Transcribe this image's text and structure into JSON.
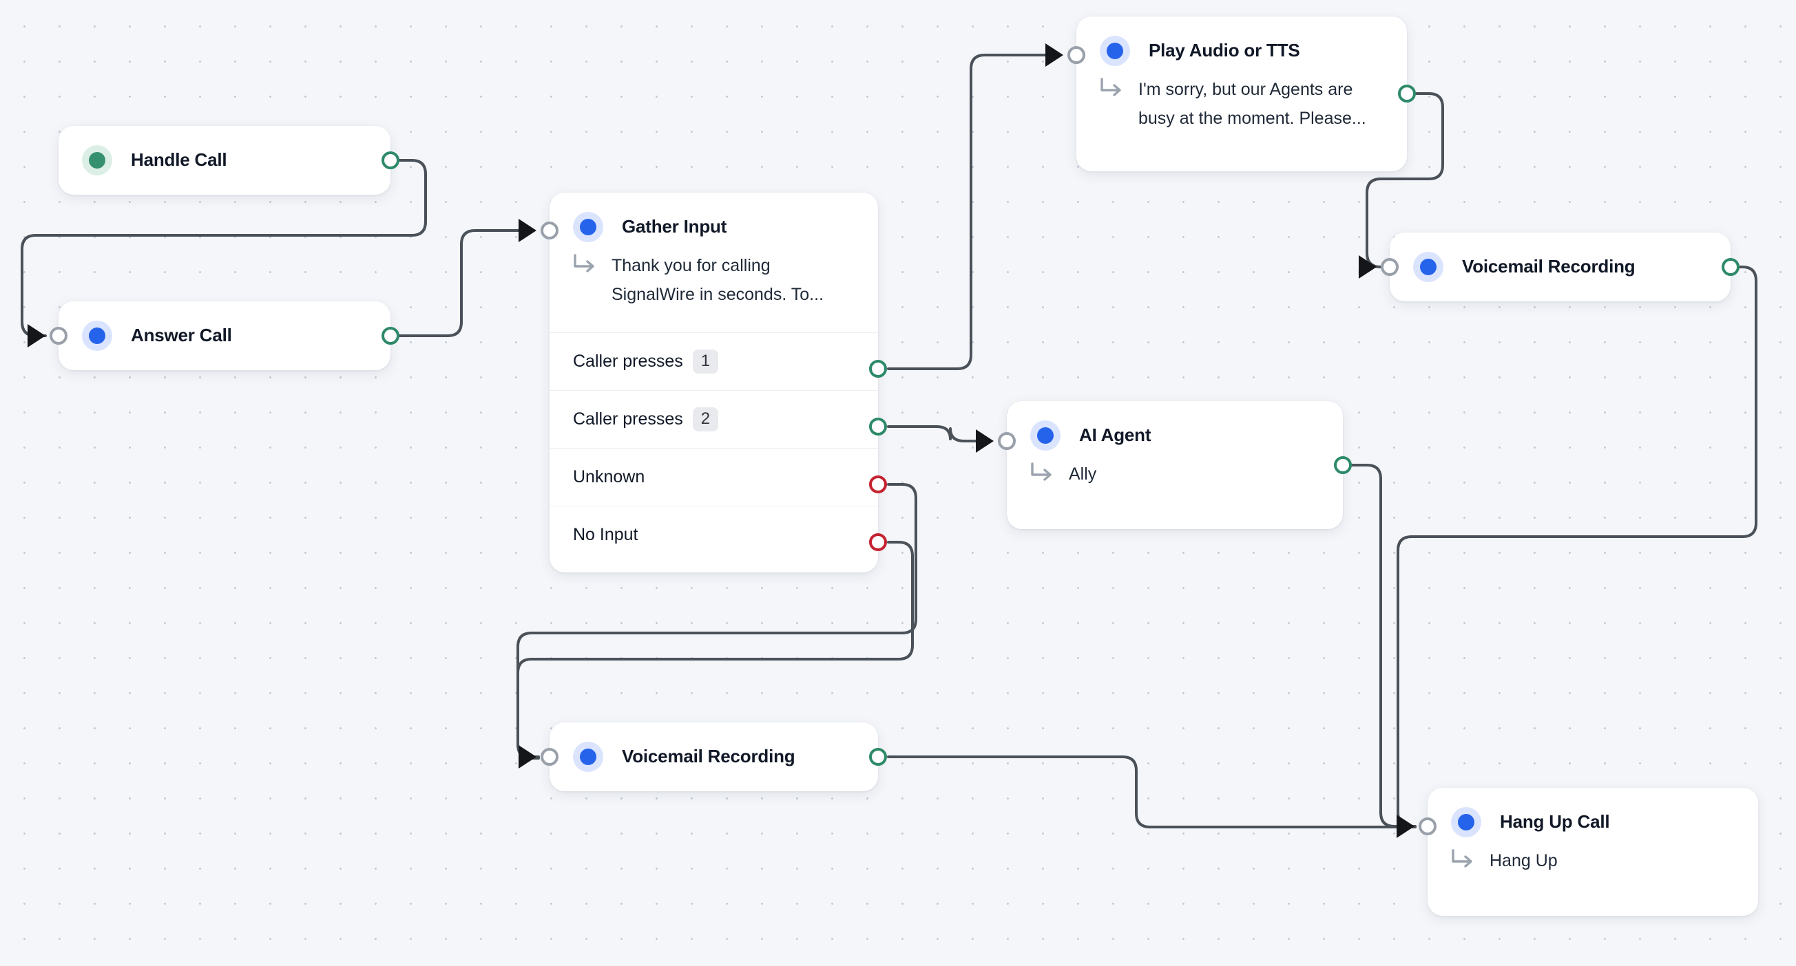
{
  "app": {
    "title": "Call Flow Builder",
    "canvas_background": "#f4f6fa"
  },
  "colors": {
    "accent_blue": "#2563eb",
    "accent_green": "#35906f",
    "handle_source_green": "#2d8a68",
    "handle_source_red": "#c52230",
    "handle_target_gray": "#9aa0aa",
    "edge_stroke": "#4b5159",
    "card_background": "#ffffff",
    "badge_background": "#e9eaee"
  },
  "nodes": [
    {
      "id": "handle-call",
      "title": "Handle Call",
      "dot_color": "green",
      "subtitle": null,
      "options": []
    },
    {
      "id": "answer-call",
      "title": "Answer Call",
      "dot_color": "blue",
      "subtitle": null,
      "options": []
    },
    {
      "id": "gather-input",
      "title": "Gather Input",
      "dot_color": "blue",
      "subtitle": "Thank you for calling SignalWire in seconds. To...",
      "options": [
        {
          "label": "Caller presses",
          "badge": "1",
          "handle": "green"
        },
        {
          "label": "Caller presses",
          "badge": "2",
          "handle": "green"
        },
        {
          "label": "Unknown",
          "badge": null,
          "handle": "red"
        },
        {
          "label": "No Input",
          "badge": null,
          "handle": "red"
        }
      ]
    },
    {
      "id": "play-audio-or-tts",
      "title": "Play Audio or TTS",
      "dot_color": "blue",
      "subtitle": "I'm sorry, but our Agents are busy at the moment. Please...",
      "options": []
    },
    {
      "id": "voicemail-recording-top",
      "title": "Voicemail Recording",
      "dot_color": "blue",
      "subtitle": null,
      "options": []
    },
    {
      "id": "ai-agent",
      "title": "AI Agent",
      "dot_color": "blue",
      "subtitle": "Ally",
      "options": []
    },
    {
      "id": "voicemail-recording-bottom",
      "title": "Voicemail Recording",
      "dot_color": "blue",
      "subtitle": null,
      "options": []
    },
    {
      "id": "hang-up-call",
      "title": "Hang Up Call",
      "dot_color": "blue",
      "subtitle": "Hang Up",
      "options": []
    }
  ],
  "edges": [
    {
      "from": "handle-call",
      "to": "answer-call"
    },
    {
      "from": "answer-call",
      "to": "gather-input"
    },
    {
      "from": "gather-input:caller-presses-1",
      "to": "play-audio-or-tts"
    },
    {
      "from": "gather-input:caller-presses-2",
      "to": "ai-agent"
    },
    {
      "from": "gather-input:unknown",
      "to": "voicemail-recording-bottom"
    },
    {
      "from": "gather-input:no-input",
      "to": "voicemail-recording-bottom"
    },
    {
      "from": "play-audio-or-tts",
      "to": "voicemail-recording-top"
    },
    {
      "from": "voicemail-recording-top",
      "to": "hang-up-call"
    },
    {
      "from": "ai-agent",
      "to": "hang-up-call"
    },
    {
      "from": "voicemail-recording-bottom",
      "to": "hang-up-call"
    }
  ]
}
